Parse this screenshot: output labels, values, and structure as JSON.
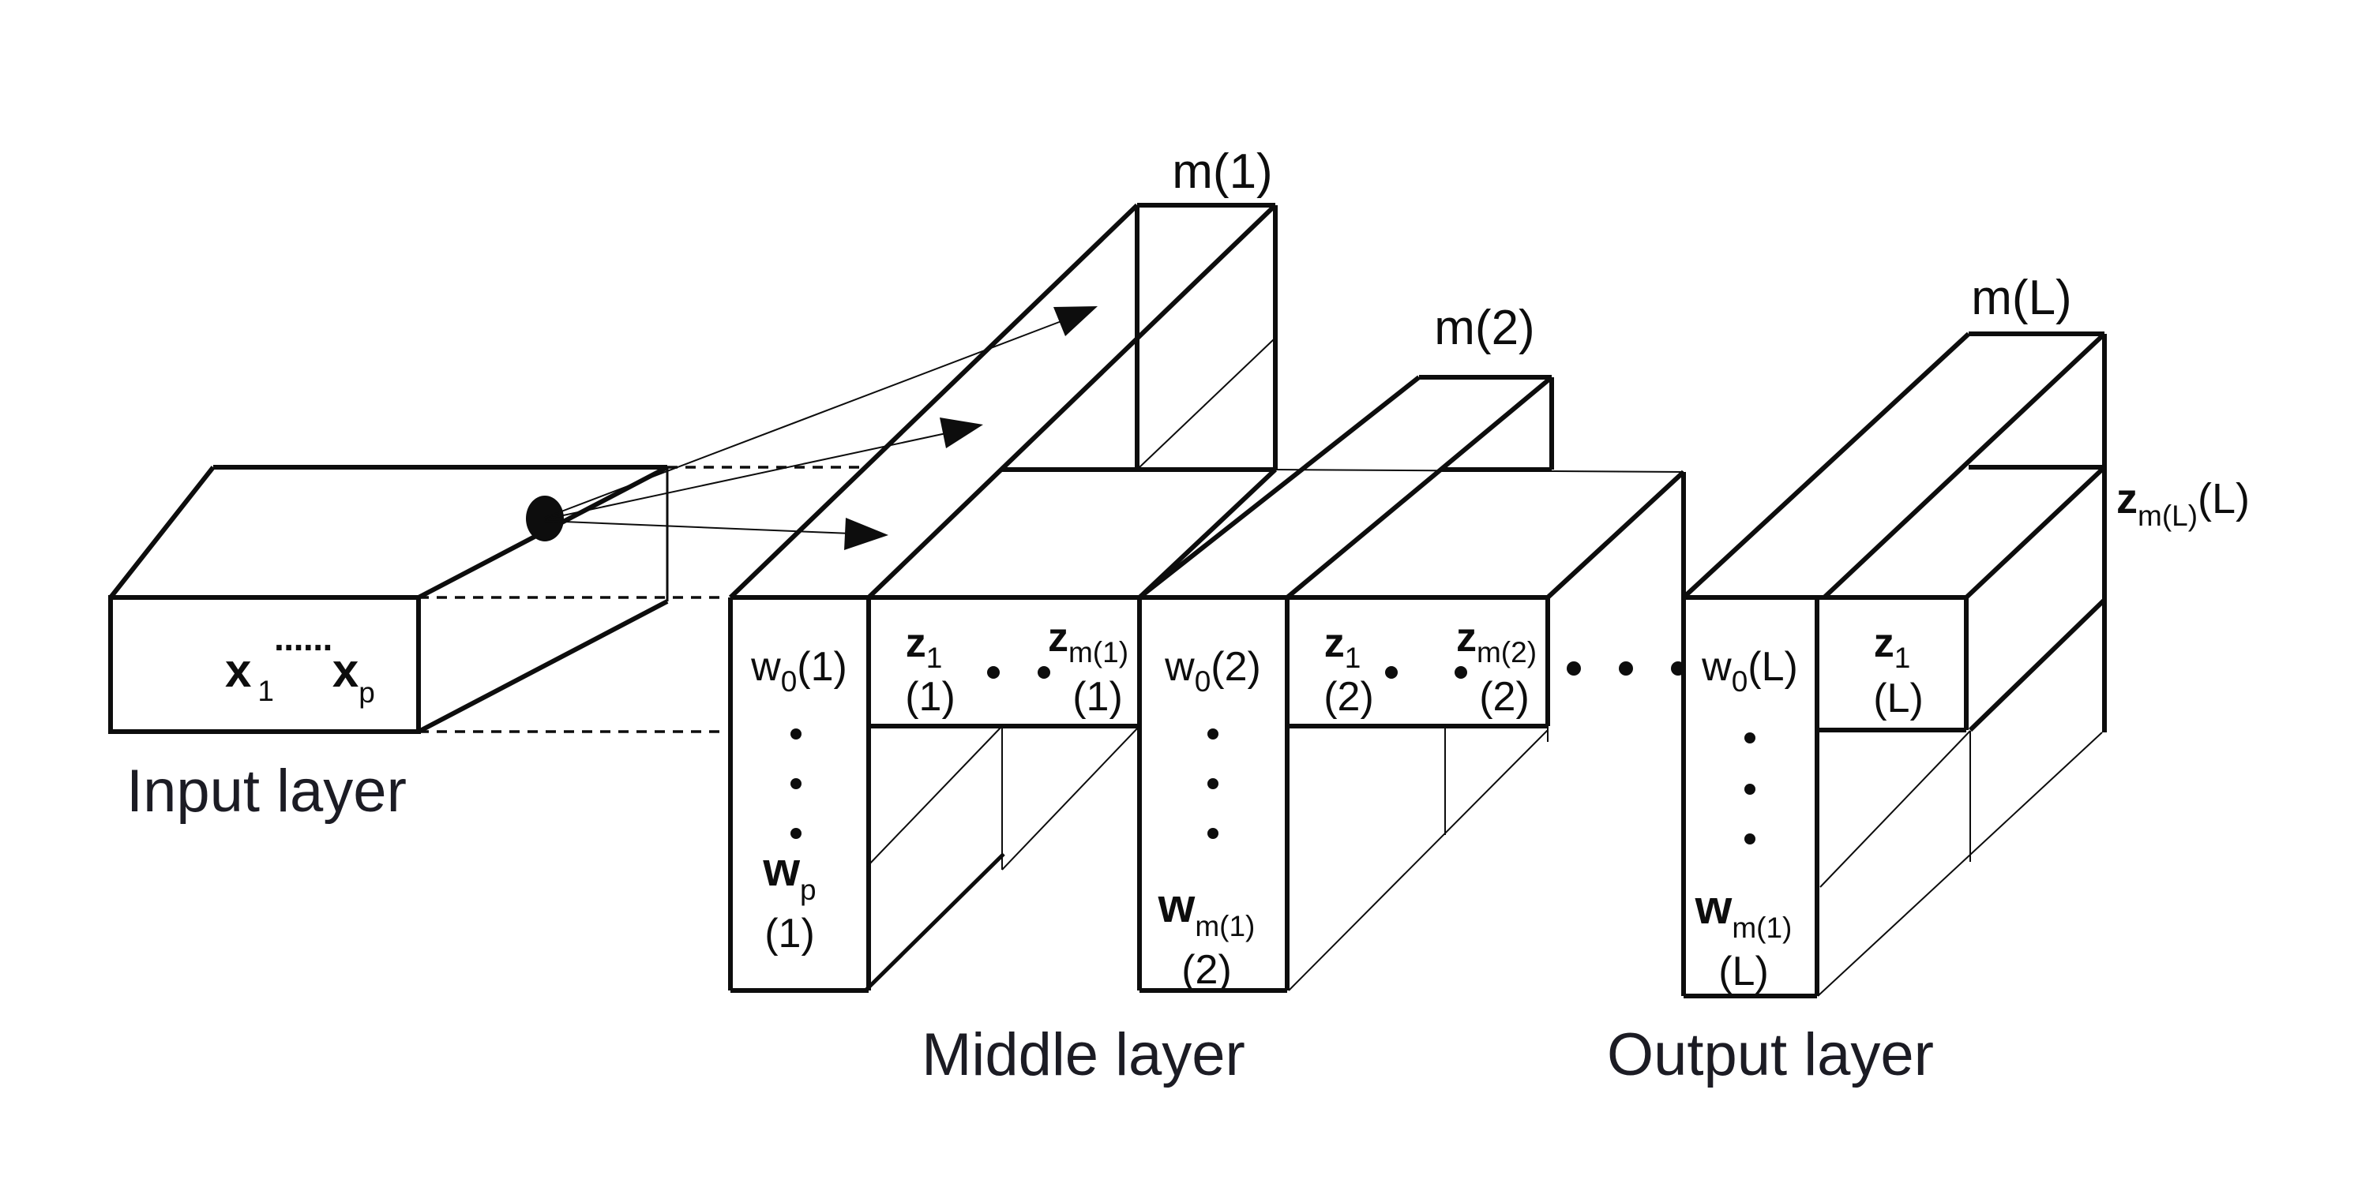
{
  "figure": {
    "type": "neural-network-architecture-diagram",
    "colors": {
      "ink": "#0d0d0d",
      "background": "#ffffff",
      "caption_text": "#1c1c24"
    }
  },
  "labels": {
    "input_cell": {
      "x1_main": "x",
      "x1_sub": "1",
      "dots": "······",
      "xp_main": "x",
      "xp_sub": "p"
    },
    "input_title": "Input layer",
    "middle_title": "Middle layer",
    "output_title": "Output layer",
    "m1": "m(1)",
    "m2": "m(2)",
    "mL": "m(L)",
    "w1": {
      "top_main": "w",
      "top_sub": "0",
      "top_paren": "(1)",
      "bottom_main": "w",
      "bottom_sub": "p",
      "bottom_paren": "(1)"
    },
    "z1": {
      "c1_main": "z",
      "c1_sub": "1",
      "c1_paren": "(1)",
      "cm_main": "z",
      "cm_sub": "m(1)",
      "cm_paren": "(1)"
    },
    "w2": {
      "top_main": "w",
      "top_sub": "0",
      "top_paren": "(2)",
      "bottom_main": "w",
      "bottom_sub": "m(1)",
      "bottom_paren": "(2)"
    },
    "z2": {
      "c1_main": "z",
      "c1_sub": "1",
      "c1_paren": "(2)",
      "cm_main": "z",
      "cm_sub": "m(2)",
      "cm_paren": "(2)"
    },
    "wL": {
      "top_main": "w",
      "top_sub": "0",
      "top_paren": "(L)",
      "bottom_main": "w",
      "bottom_sub": "m(1)",
      "bottom_paren": "(L)"
    },
    "zL": {
      "c1_main": "z",
      "c1_sub": "1",
      "c1_paren": "(L)"
    },
    "zmL": {
      "main": "z",
      "sub": "m(L)",
      "paren": "(L)"
    }
  }
}
